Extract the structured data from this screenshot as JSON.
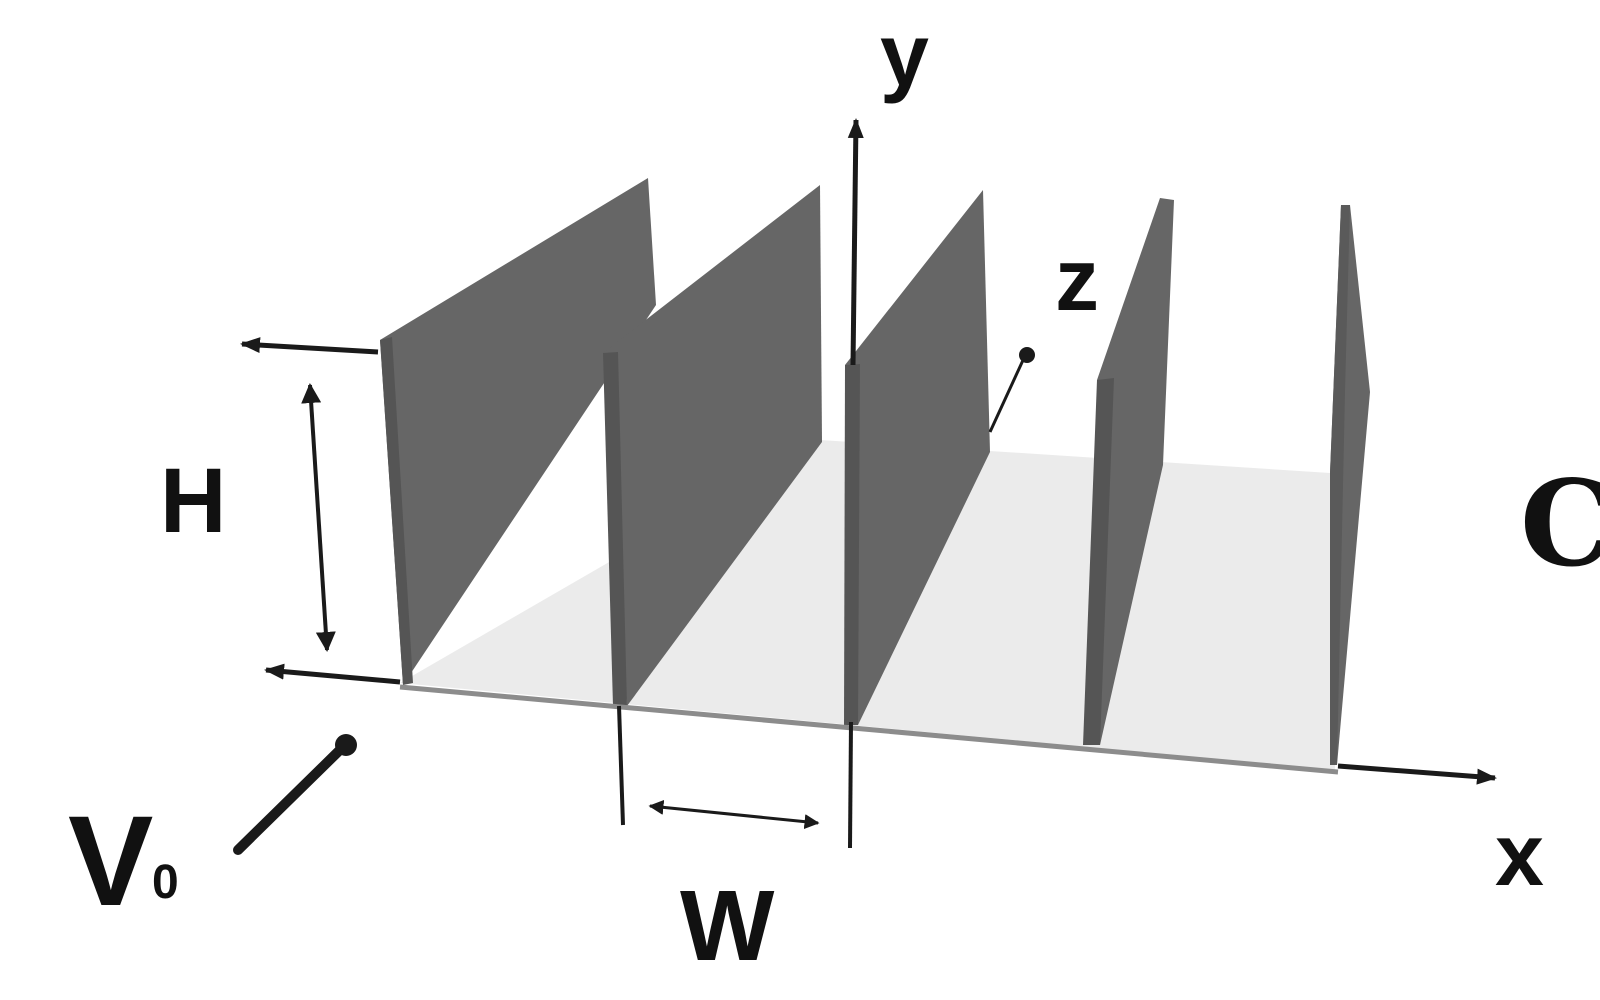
{
  "labels": {
    "y_axis": "y",
    "z_axis": "z",
    "x_axis": "x",
    "height": "H",
    "width": "W",
    "velocity_main": "V",
    "velocity_sub": "0",
    "region": "C"
  },
  "colors": {
    "fin_face": "#666666",
    "fin_edge": "#555555",
    "base_plate": "#ebebeb",
    "base_edge": "#8c8c8c",
    "axis": "#1a1a1a",
    "text": "#111111"
  },
  "fin_count": 5
}
